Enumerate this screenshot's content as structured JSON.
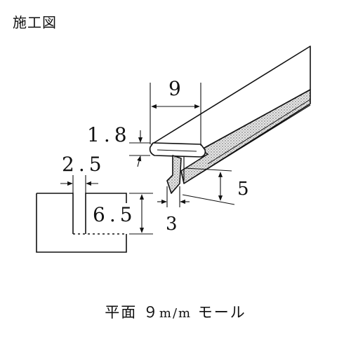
{
  "title": "施工図",
  "caption": {
    "text": "平面 ９",
    "unit": "m/m",
    "suffix": "モール"
  },
  "dimensions": {
    "width": "9",
    "thickness": "1.8",
    "gap": "2.5",
    "depth": "6.5",
    "stem": "3",
    "height": "5"
  },
  "colors": {
    "line": "#111111",
    "fill_light": "#f2f2f2",
    "fill_stipple": "#cfcfcf"
  }
}
